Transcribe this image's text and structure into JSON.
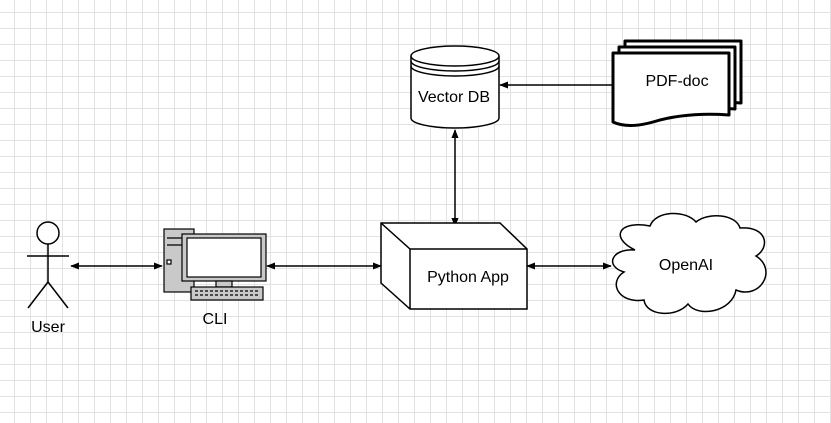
{
  "diagram": {
    "nodes": {
      "user": {
        "label": "User",
        "shape": "actor"
      },
      "cli": {
        "label": "CLI",
        "shape": "computer-monitor"
      },
      "python_app": {
        "label": "Python App",
        "shape": "cube"
      },
      "openai": {
        "label": "OpenAI",
        "shape": "cloud"
      },
      "vector_db": {
        "label": "Vector DB",
        "shape": "cylinder"
      },
      "pdf_doc": {
        "label": "PDF-doc",
        "shape": "multiple-documents"
      }
    },
    "edges": [
      {
        "from": "user",
        "to": "cli",
        "direction": "both"
      },
      {
        "from": "cli",
        "to": "python_app",
        "direction": "both"
      },
      {
        "from": "python_app",
        "to": "openai",
        "direction": "both"
      },
      {
        "from": "python_app",
        "to": "vector_db",
        "direction": "both"
      },
      {
        "from": "pdf_doc",
        "to": "vector_db",
        "direction": "forward"
      }
    ]
  }
}
